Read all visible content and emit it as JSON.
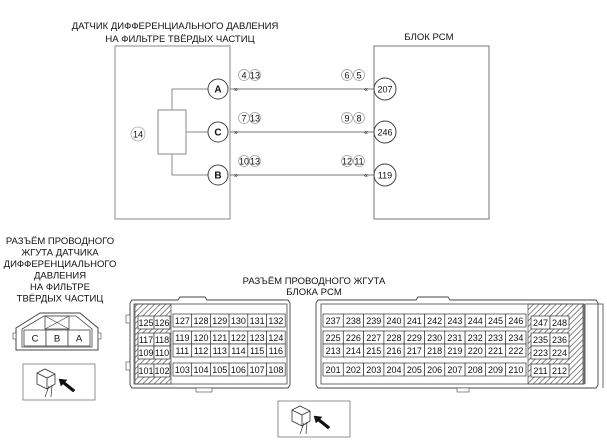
{
  "sensor": {
    "title_line1": "ДАТЧИК ДИФФЕРЕНЦИАЛЬНОГО ДАВЛЕНИЯ",
    "title_line2": "НА ФИЛЬТРЕ ТВЁРДЫХ ЧАСТИЦ",
    "label": "14",
    "pins": [
      {
        "name": "A",
        "refs": [
          "4",
          "13"
        ]
      },
      {
        "name": "C",
        "refs": [
          "7",
          "13"
        ]
      },
      {
        "name": "B",
        "refs": [
          "10",
          "13"
        ]
      }
    ]
  },
  "pcm": {
    "title": "БЛОК PCM",
    "pins": [
      {
        "name": "207",
        "refs": [
          "6",
          "5"
        ]
      },
      {
        "name": "246",
        "refs": [
          "9",
          "8"
        ]
      },
      {
        "name": "119",
        "refs": [
          "12",
          "11"
        ]
      }
    ]
  },
  "sensor_connector": {
    "title_lines": [
      "РАЗЪЁМ ПРОВОДНОГО",
      "ЖГУТА ДАТЧИКА",
      "ДИФФЕРЕНЦИАЛЬНОГО",
      "ДАВЛЕНИЯ",
      "НА ФИЛЬТРЕ",
      "ТВЁРДЫХ ЧАСТИЦ"
    ],
    "cells": [
      "C",
      "B",
      "A"
    ],
    "view_icon": "connector-view-icon"
  },
  "pcm_connector": {
    "title_line1": "РАЗЪЁМ ПРОВОДНОГО ЖГУТА",
    "title_line2": "БЛОКА PCM",
    "left_block": {
      "hatched_rows": [
        [
          "125",
          "126"
        ],
        [
          "117",
          "118"
        ],
        [
          "109",
          "110"
        ],
        [
          "101",
          "102"
        ]
      ],
      "main_rows": [
        [
          "127",
          "128",
          "129",
          "130",
          "131",
          "132"
        ],
        [
          "119",
          "120",
          "121",
          "122",
          "123",
          "124"
        ],
        [
          "111",
          "112",
          "113",
          "114",
          "115",
          "116"
        ],
        [
          "103",
          "104",
          "105",
          "106",
          "107",
          "108"
        ]
      ]
    },
    "right_block": {
      "main_rows": [
        [
          "237",
          "238",
          "239",
          "240",
          "241",
          "242",
          "243",
          "244",
          "245",
          "246"
        ],
        [
          "225",
          "226",
          "227",
          "228",
          "229",
          "230",
          "231",
          "232",
          "233",
          "234"
        ],
        [
          "213",
          "214",
          "215",
          "216",
          "217",
          "218",
          "219",
          "220",
          "221",
          "222"
        ],
        [
          "201",
          "202",
          "203",
          "204",
          "205",
          "206",
          "207",
          "208",
          "209",
          "210"
        ]
      ],
      "hatched_rows": [
        [
          "247",
          "248"
        ],
        [
          "235",
          "236"
        ],
        [
          "223",
          "224"
        ],
        [
          "211",
          "212"
        ]
      ]
    },
    "view_icon": "connector-view-icon"
  },
  "colors": {
    "line": "#777777",
    "wire": "#666666",
    "text": "#111111",
    "hatch": "#555555"
  }
}
